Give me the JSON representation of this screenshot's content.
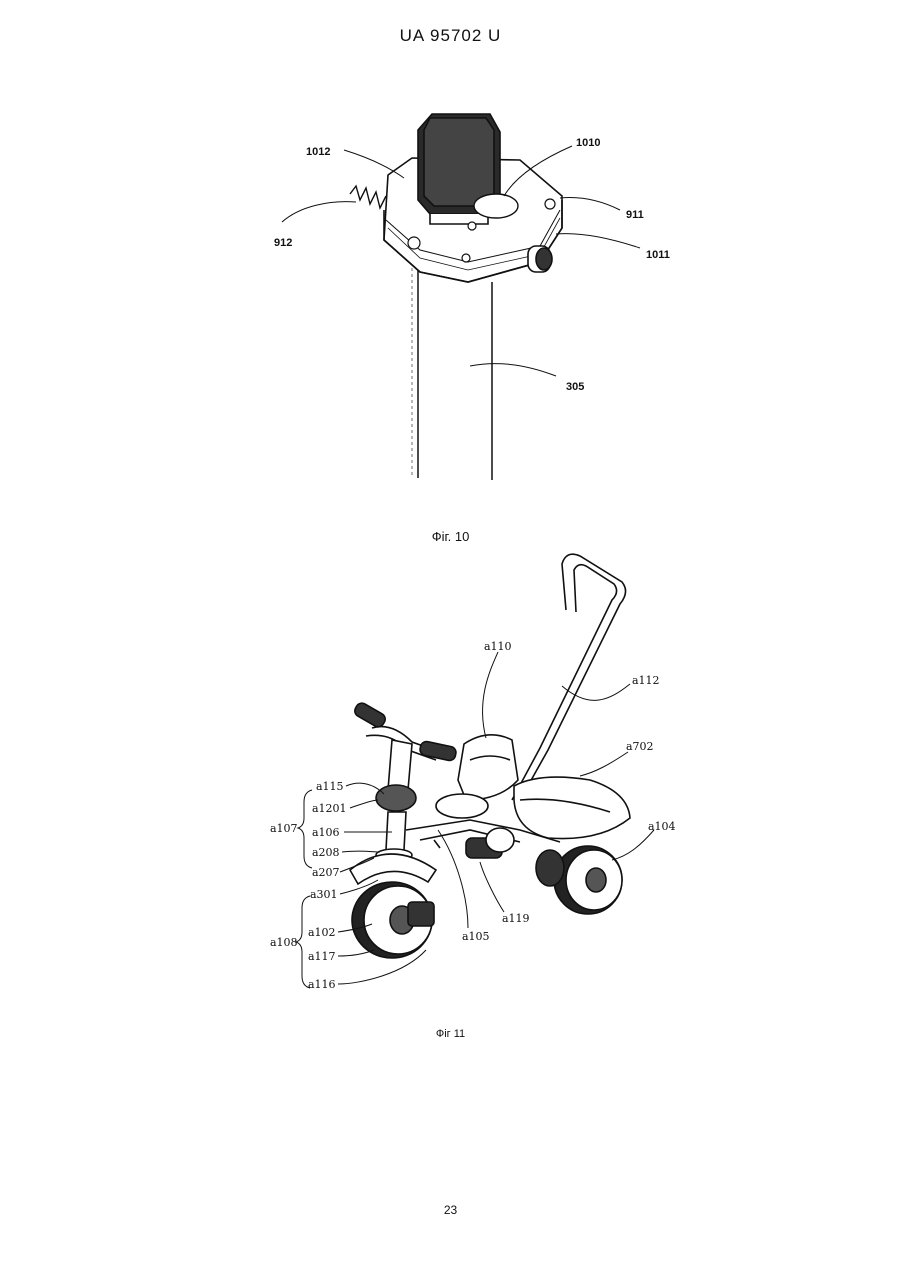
{
  "header": {
    "doc_id": "UA 95702 U"
  },
  "figure10": {
    "caption": "Фіг. 10",
    "labels": {
      "l1012": "1012",
      "l1010": "1010",
      "l911": "911",
      "l912": "912",
      "l1011": "1011",
      "l305": "305"
    }
  },
  "figure11": {
    "caption": "Фіг 11",
    "labels": {
      "a110": "a110",
      "a112": "a112",
      "a702": "a702",
      "a104": "a104",
      "a115": "a115",
      "a1201": "a1201",
      "a107": "a107",
      "a106": "a106",
      "a208": "a208",
      "a207": "a207",
      "a301": "a301",
      "a102": "a102",
      "a108": "a108",
      "a117": "a117",
      "a116": "a116",
      "a105": "a105",
      "a119": "a119"
    }
  },
  "footer": {
    "page_number": "23"
  }
}
